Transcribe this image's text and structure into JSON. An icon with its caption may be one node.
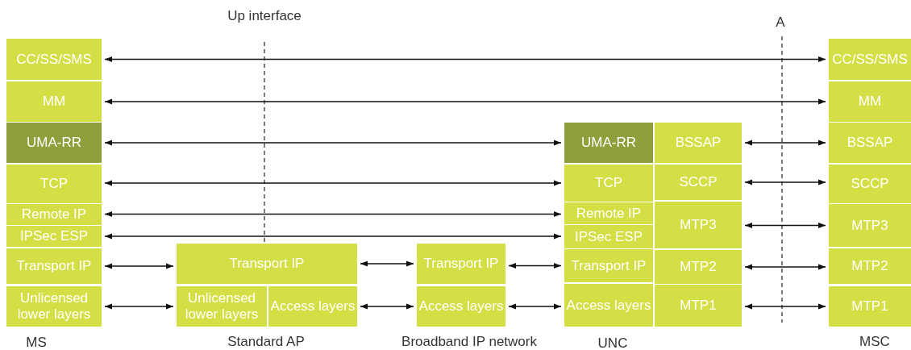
{
  "diagram": {
    "nodes": [
      {
        "text": [
          "CC/SS/SMS"
        ]
      },
      {
        "text": [
          "MM"
        ]
      },
      {
        "text": [
          "UMA-RR"
        ]
      },
      {
        "text": [
          "TCP"
        ]
      },
      {
        "text": [
          "Remote IP"
        ]
      },
      {
        "text": [
          "IPSec ESP"
        ]
      },
      {
        "text": [
          "Transport IP"
        ]
      },
      {
        "text": [
          "Unlicensed lower layers"
        ]
      },
      {
        "text": [
          "Transport IP"
        ]
      },
      {
        "text": [
          "Unlicensed lower layers"
        ]
      },
      {
        "text": [
          "Access layers"
        ]
      },
      {
        "text": [
          "Transport IP"
        ]
      },
      {
        "text": [
          "Access layers"
        ]
      },
      {
        "text": [
          "UMA-RR"
        ]
      },
      {
        "text": [
          "BSSAP"
        ]
      },
      {
        "text": [
          "TCP"
        ]
      },
      {
        "text": [
          "SCCP"
        ]
      },
      {
        "text": [
          "Remote IP"
        ]
      },
      {
        "text": [
          "IPSec ESP"
        ]
      },
      {
        "text": [
          "MTP3"
        ]
      },
      {
        "text": [
          "Transport IP"
        ]
      },
      {
        "text": [
          "MTP2"
        ]
      },
      {
        "text": [
          "Access layers"
        ]
      },
      {
        "text": [
          "MTP1"
        ]
      },
      {
        "text": [
          "CC/SS/SMS"
        ]
      },
      {
        "text": [
          "MM"
        ]
      },
      {
        "text": [
          "BSSAP"
        ]
      },
      {
        "text": [
          "SCCP"
        ]
      },
      {
        "text": [
          "MTP3"
        ]
      },
      {
        "text": [
          "MTP2"
        ]
      },
      {
        "text": [
          "MTP1"
        ]
      }
    ],
    "edges": [
      {
        "from": 0,
        "to": 24,
        "arrow": "both"
      },
      {
        "from": 1,
        "to": 25,
        "arrow": "both"
      },
      {
        "from": 2,
        "to": 13,
        "arrow": "both"
      },
      {
        "from": 3,
        "to": 15,
        "arrow": "both"
      },
      {
        "from": 4,
        "to": 17,
        "arrow": "both"
      },
      {
        "from": 5,
        "to": 18,
        "arrow": "both"
      },
      {
        "from": 6,
        "to": 8,
        "arrow": "both"
      },
      {
        "from": 7,
        "to": 9,
        "arrow": "both"
      },
      {
        "from": 8,
        "to": 11,
        "arrow": "both"
      },
      {
        "from": 10,
        "to": 12,
        "arrow": "both"
      },
      {
        "from": 11,
        "to": 20,
        "arrow": "both"
      },
      {
        "from": 12,
        "to": 22,
        "arrow": "both"
      },
      {
        "from": 14,
        "to": 26,
        "arrow": "both"
      },
      {
        "from": 16,
        "to": 27,
        "arrow": "both"
      },
      {
        "from": 19,
        "to": 28,
        "arrow": "both"
      },
      {
        "from": 21,
        "to": 29,
        "arrow": "both"
      },
      {
        "from": 23,
        "to": 30,
        "arrow": "both"
      }
    ],
    "labels": [
      "Up interface",
      "A",
      "MS",
      "Standard AP",
      "Broadband IP network",
      "UNC",
      "MSC"
    ]
  }
}
